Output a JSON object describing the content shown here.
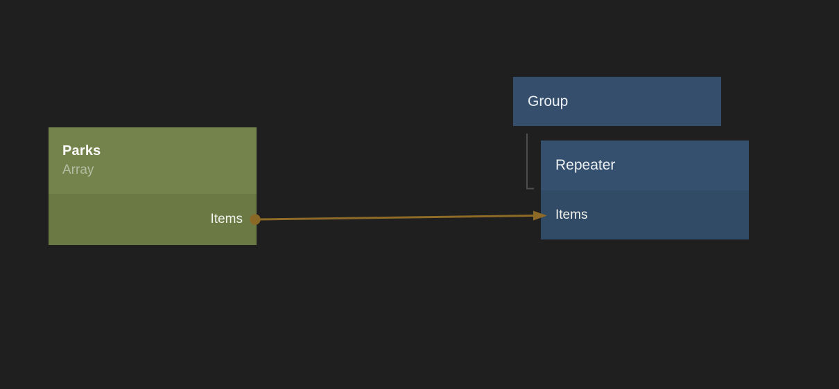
{
  "editor": {
    "background_color": "#1f1f1f"
  },
  "nodes": {
    "parks": {
      "title": "Parks",
      "subtitle": "Array",
      "output_port_label": "Items",
      "header_color": "#74824b",
      "row_color": "#6b7944"
    },
    "group": {
      "title": "Group",
      "color": "#344e6c"
    },
    "repeater": {
      "title": "Repeater",
      "input_port_label": "Items",
      "header_color": "#35506e",
      "row_color": "#314a66"
    }
  },
  "connection": {
    "wire_color": "#8d6b27",
    "dot_color": "#8a6826"
  },
  "hierarchy": {
    "line_color": "#4f4f4f"
  }
}
